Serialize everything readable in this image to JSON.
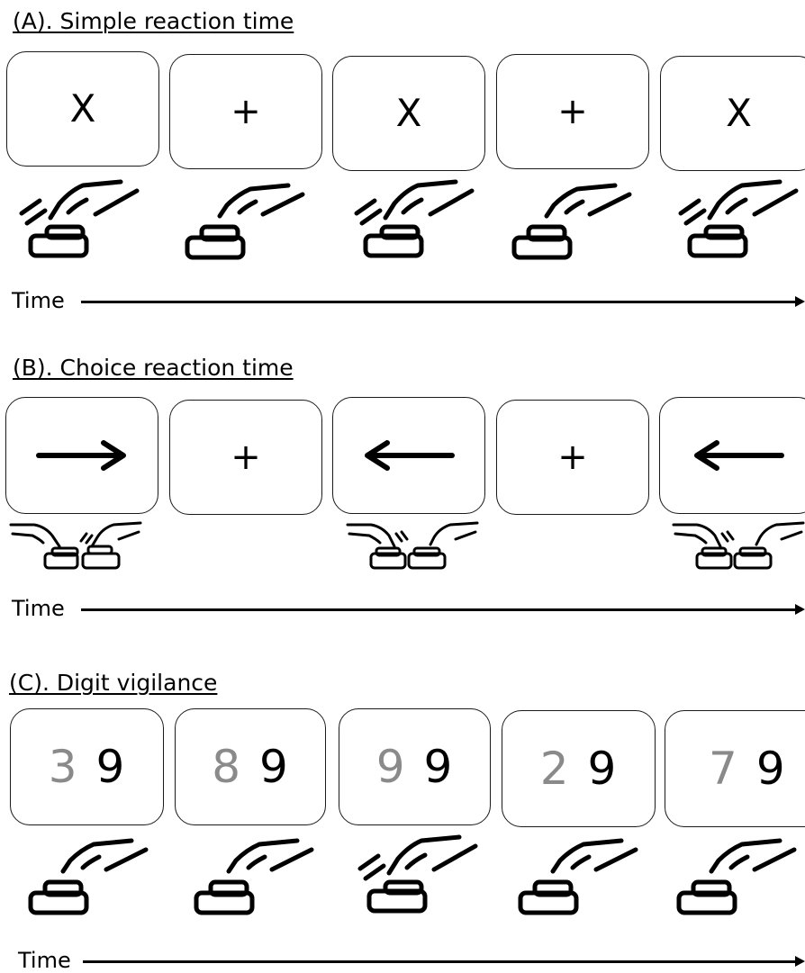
{
  "sections": [
    {
      "title": "(A). Simple reaction time",
      "time_label": "Time",
      "frames": [
        {
          "symbol": "X",
          "response": "press"
        },
        {
          "symbol": "+",
          "response": "none"
        },
        {
          "symbol": "X",
          "response": "press"
        },
        {
          "symbol": "+",
          "response": "none"
        },
        {
          "symbol": "X",
          "response": "press"
        }
      ]
    },
    {
      "title": "(B). Choice reaction time",
      "time_label": "Time",
      "frames": [
        {
          "symbol": "right-arrow-icon",
          "response": "right-press"
        },
        {
          "symbol": "+",
          "response": "none"
        },
        {
          "symbol": "left-arrow-icon",
          "response": "left-press"
        },
        {
          "symbol": "+",
          "response": "none"
        },
        {
          "symbol": "left-arrow-icon",
          "response": "left-press"
        }
      ]
    },
    {
      "title": "(C). Digit vigilance",
      "time_label": "Time",
      "frames": [
        {
          "left_digit": "3",
          "right_digit": "9",
          "response": "none"
        },
        {
          "left_digit": "8",
          "right_digit": "9",
          "response": "none"
        },
        {
          "left_digit": "9",
          "right_digit": "9",
          "response": "press"
        },
        {
          "left_digit": "2",
          "right_digit": "9",
          "response": "none"
        },
        {
          "left_digit": "7",
          "right_digit": "9",
          "response": "none"
        }
      ]
    }
  ],
  "colors": {
    "distractor_digit": "#8a8a8a",
    "target_digit": "#000000"
  }
}
